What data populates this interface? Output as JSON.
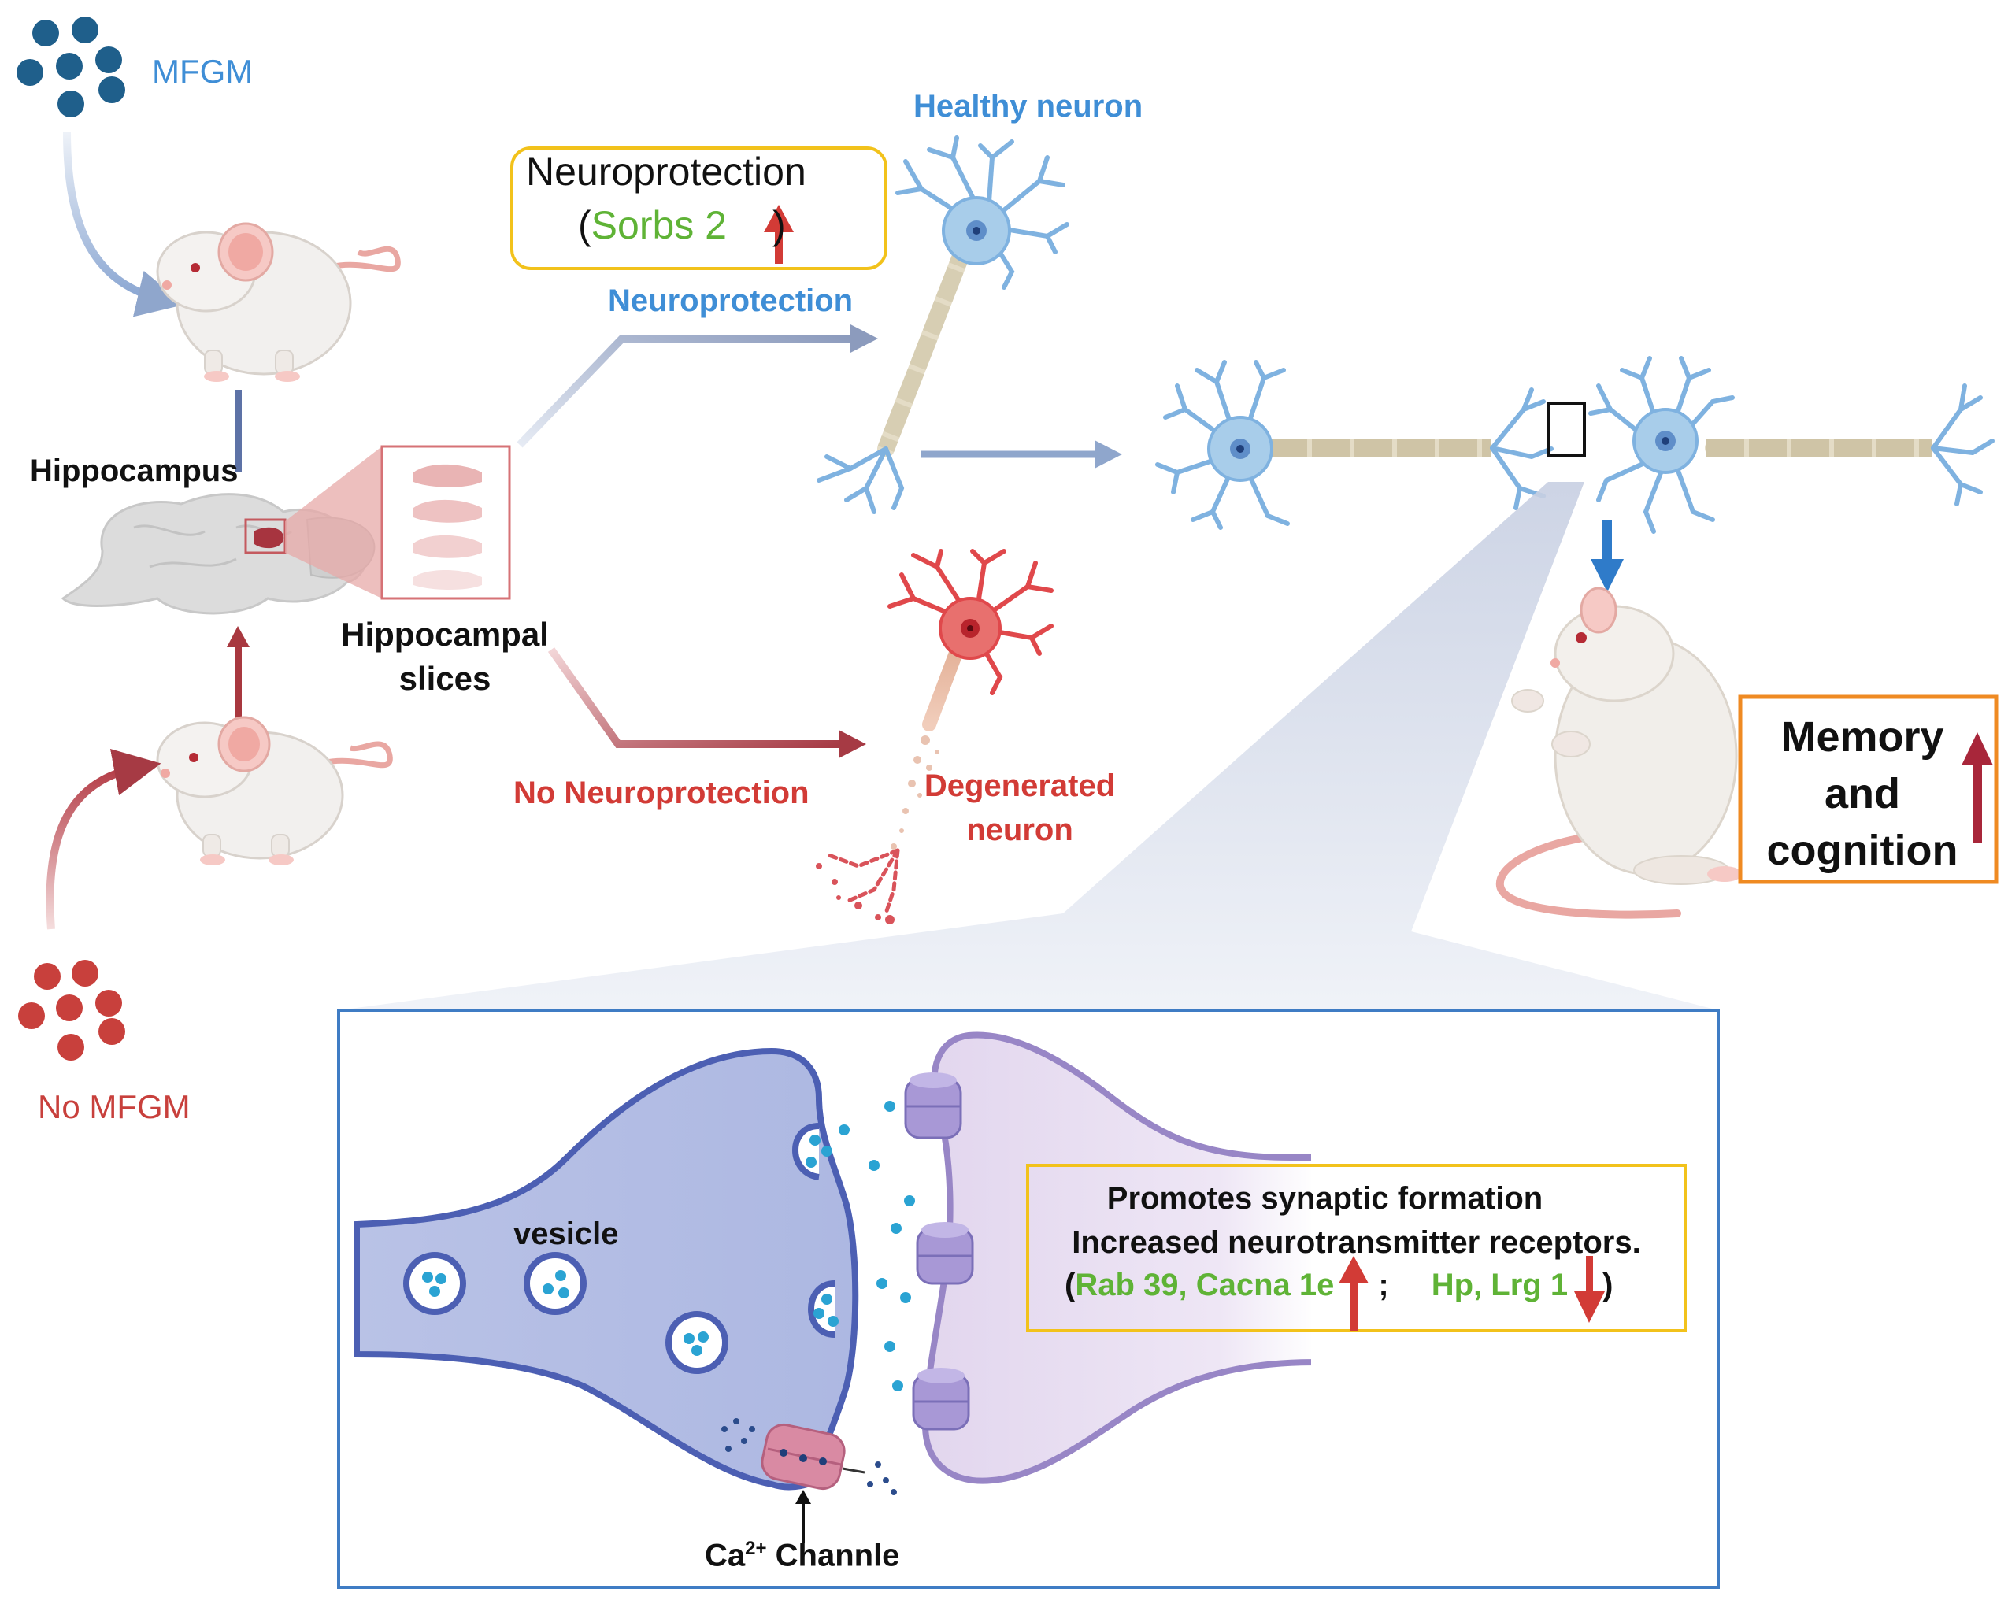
{
  "colors": {
    "mfgm_blue": "#1f5f8b",
    "no_mfgm_red": "#c8403c",
    "healthy_blue": "#3b82c4",
    "neuron_fill": "#a8cdea",
    "degenerated_red": "#e0484b",
    "label_blue": "#3f8ed6",
    "label_red": "#d23b36",
    "gene_green": "#5fb336",
    "box_yellow": "#f2c21b",
    "box_orange": "#ef8a22",
    "panel_border": "#3f7cc4",
    "presynaptic": "#b3bde3",
    "postsynaptic": "#e3d8ef"
  },
  "top_group": {
    "label": "MFGM"
  },
  "bottom_group": {
    "label": "No MFGM"
  },
  "brain": {
    "label": "Hippocampus"
  },
  "slices": {
    "label_line1": "Hippocampal",
    "label_line2": "slices"
  },
  "neuroprotection_box": {
    "title": "Neuroprotection",
    "open_paren": "(",
    "gene": "Sorbs 2",
    "close_paren": ")"
  },
  "arrow_up_label": {
    "text": "Neuroprotection"
  },
  "arrow_down_label": {
    "text": "No Neuroprotection"
  },
  "healthy_neuron": {
    "label": "Healthy neuron"
  },
  "degenerated_neuron": {
    "label_line1": "Degenerated",
    "label_line2": "neuron"
  },
  "outcome": {
    "line1": "Memory",
    "line2": "and",
    "line3": "cognition"
  },
  "synapse": {
    "vesicle_label": "vesicle",
    "channel_label_prefix": "Ca",
    "channel_label_sup": "2+",
    "channel_label_suffix": " Channle",
    "effects_line1": "Promotes synaptic formation",
    "effects_line2": "Increased neurotransmitter receptors.",
    "open_paren": "(",
    "up_genes": "Rab 39, Cacna 1e",
    "separator": ";",
    "down_genes": "Hp, Lrg 1",
    "close_paren": ")"
  }
}
